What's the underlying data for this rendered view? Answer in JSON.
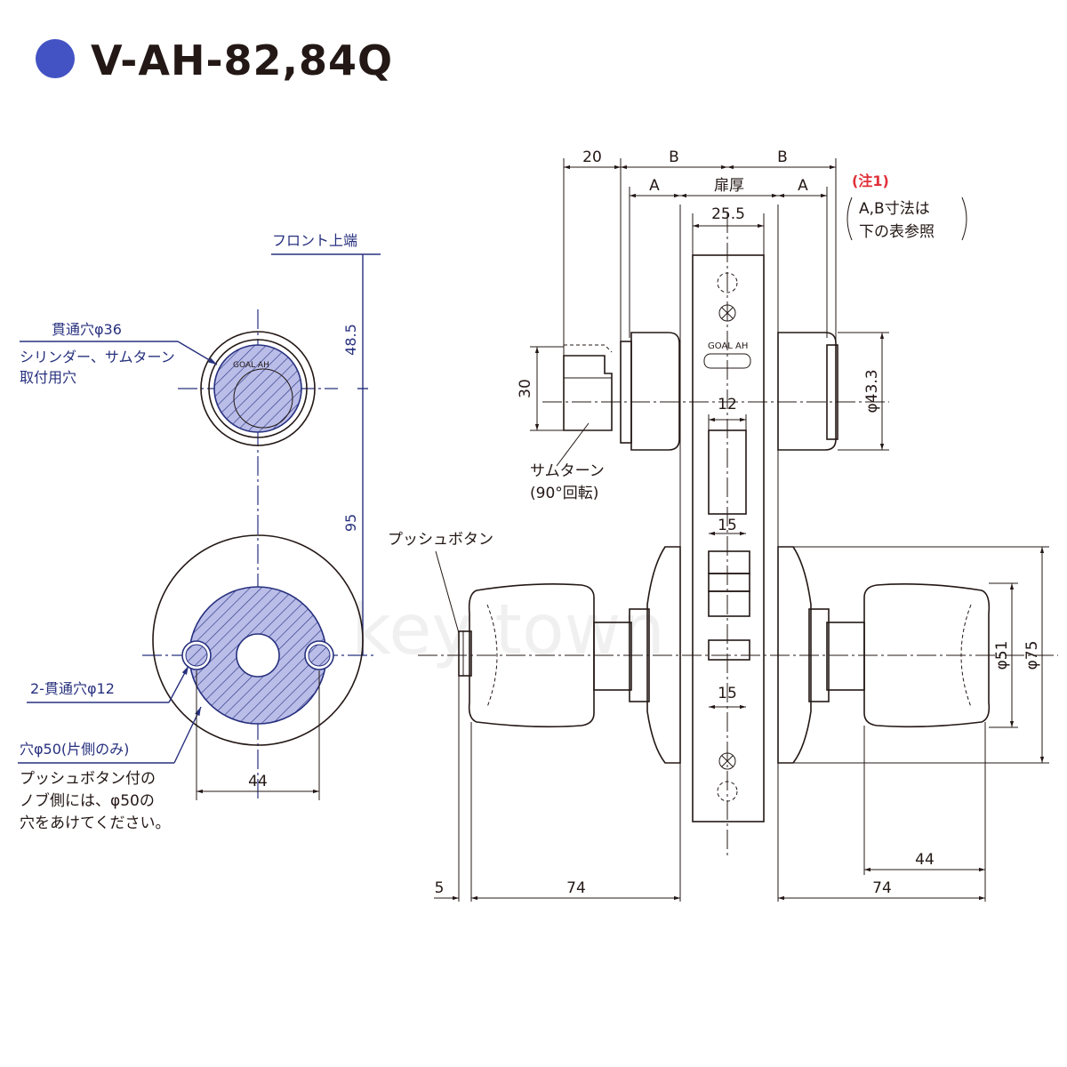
{
  "title": "V-AH-82,84Q",
  "colors": {
    "accent": "#4353c4",
    "blue_lines": "#27307e",
    "note_red": "#e0303a",
    "hatch_fill": "#b9bde8"
  },
  "watermark": "key  town",
  "logo": "GOAL AH",
  "left_view": {
    "front_top_label": "フロント上端",
    "dim_48_5": "48.5",
    "dim_95": "95",
    "through_hole_36": "貫通穴φ36",
    "cylinder_hole_line1": "シリンダー、サムターン",
    "cylinder_hole_line2": "取付用穴",
    "through_hole_12": "2-貫通穴φ12",
    "hole50_line1": "穴φ50(片側のみ)",
    "hole50_line2": "プッシュボタン付の",
    "hole50_line3": "ノブ側には、φ50の",
    "hole50_line4": "穴をあけてください。",
    "dim_44": "44"
  },
  "right_view": {
    "dim_20": "20",
    "dim_B_left": "B",
    "dim_B_right": "B",
    "dim_A_left": "A",
    "dim_A_right": "A",
    "door_thickness": "扉厚",
    "dim_25_5": "25.5",
    "note_title": "(注1)",
    "note_line1": "A,B寸法は",
    "note_line2": "下の表参照",
    "dim_30": "30",
    "dim_phi43_3": "φ43.3",
    "dim_12": "12",
    "thumbturn_line1": "サムターン",
    "thumbturn_line2": "(90°回転)",
    "push_button": "プッシュボタン",
    "dim_15_top": "15",
    "dim_15_bottom": "15",
    "dim_phi51": "φ51",
    "dim_phi75": "φ75",
    "dim_44": "44",
    "dim_5": "5",
    "dim_74_left": "74",
    "dim_74_right": "74"
  }
}
